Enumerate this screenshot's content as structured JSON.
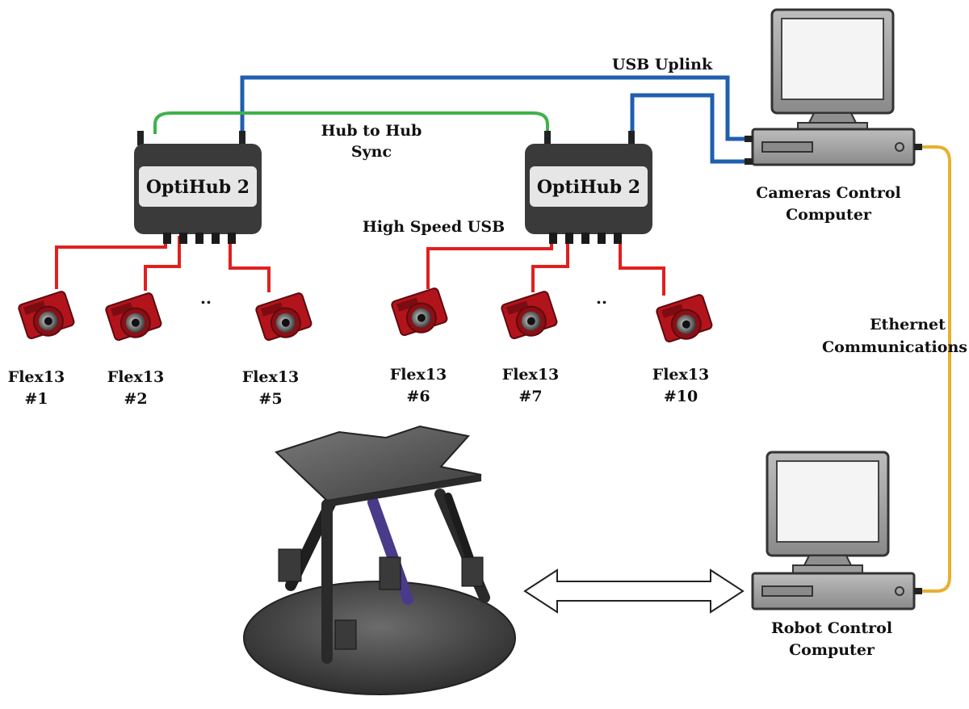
{
  "labels": {
    "usb_uplink": "USB Uplink",
    "hub_sync_line1": "Hub to Hub",
    "hub_sync_line2": "Sync",
    "high_speed_usb": "High Speed USB",
    "cameras_computer_line1": "Cameras Control",
    "cameras_computer_line2": "Computer",
    "robot_computer_line1": "Robot Control",
    "robot_computer_line2": "Computer",
    "ethernet_line1": "Ethernet",
    "ethernet_line2": "Communications",
    "ellipsis_left": "..",
    "ellipsis_right": ".."
  },
  "hubs": [
    {
      "label": "OptiHub 2"
    },
    {
      "label": "OptiHub 2"
    }
  ],
  "cameras": [
    {
      "name": "Flex13",
      "number": "#1"
    },
    {
      "name": "Flex13",
      "number": "#2"
    },
    {
      "name": "Flex13",
      "number": "#5"
    },
    {
      "name": "Flex13",
      "number": "#6"
    },
    {
      "name": "Flex13",
      "number": "#7"
    },
    {
      "name": "Flex13",
      "number": "#10"
    }
  ],
  "colors": {
    "uplink_cable": "#1f5fae",
    "sync_cable": "#3fb24a",
    "usb_cable": "#e02020",
    "ethernet_cable": "#e8b030",
    "camera_body": "#b3141c",
    "hub_body": "#3a3a3a",
    "hub_face": "#e6e6e6",
    "computer_body": "#9e9e9e",
    "screen": "#f4f4f4"
  }
}
